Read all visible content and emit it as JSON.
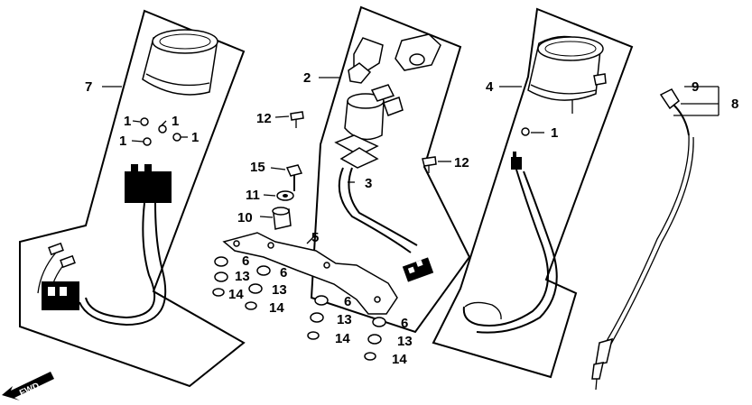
{
  "labels": {
    "c1a": "1",
    "c1b": "1",
    "c1c": "1",
    "c1d": "1",
    "c1e": "1",
    "c2": "2",
    "c3": "3",
    "c4": "4",
    "c5": "5",
    "c6a": "6",
    "c6b": "6",
    "c6c": "6",
    "c6d": "6",
    "c7": "7",
    "c8": "8",
    "c9": "9",
    "c10": "10",
    "c11": "11",
    "c12a": "12",
    "c12b": "12",
    "c13a": "13",
    "c13b": "13",
    "c13c": "13",
    "c13d": "13",
    "c14a": "14",
    "c14b": "14",
    "c14c": "14",
    "c14d": "14",
    "c15": "15",
    "fwd": "FWD"
  }
}
